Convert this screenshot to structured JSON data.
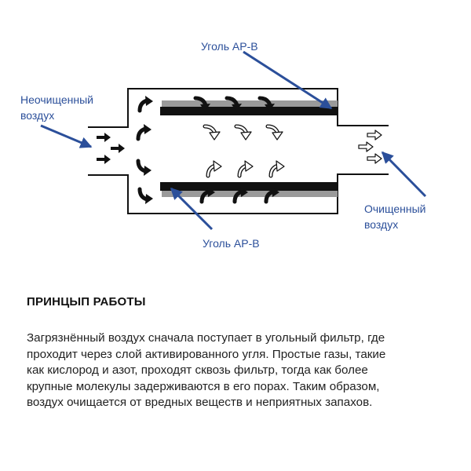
{
  "diagram": {
    "labels": {
      "carbon_top": "Уголь АР-В",
      "carbon_bottom": "Уголь АР-В",
      "inlet_line1": "Неочищенный",
      "inlet_line2": "воздух",
      "outlet_line1": "Очищенный",
      "outlet_line2": "воздух"
    },
    "colors": {
      "pointer": "#2b4f9a",
      "label": "#2b4f9a",
      "carbon_layer": "#111111",
      "carbon_highlight": "#9a9a9a",
      "housing": "#111111"
    },
    "icons": {
      "inlet_arrows": "solid-arrow-icon",
      "flow_arrows": "curved-arrow-icon",
      "outlet_arrows": "outline-arrow-icon"
    }
  },
  "section": {
    "title": "ПРИНЦЫП РАБОТЫ",
    "lines": [
      "Загрязнённый воздух сначала поступает в угольный фильтр, где",
      "проходит через слой активированного угля. Простые газы, такие",
      "как кислород и азот, проходят сквозь фильтр, тогда как более",
      "крупные молекулы задерживаются в его порах. Таким образом,",
      "воздух очищается от вредных веществ и неприятных запахов."
    ]
  }
}
